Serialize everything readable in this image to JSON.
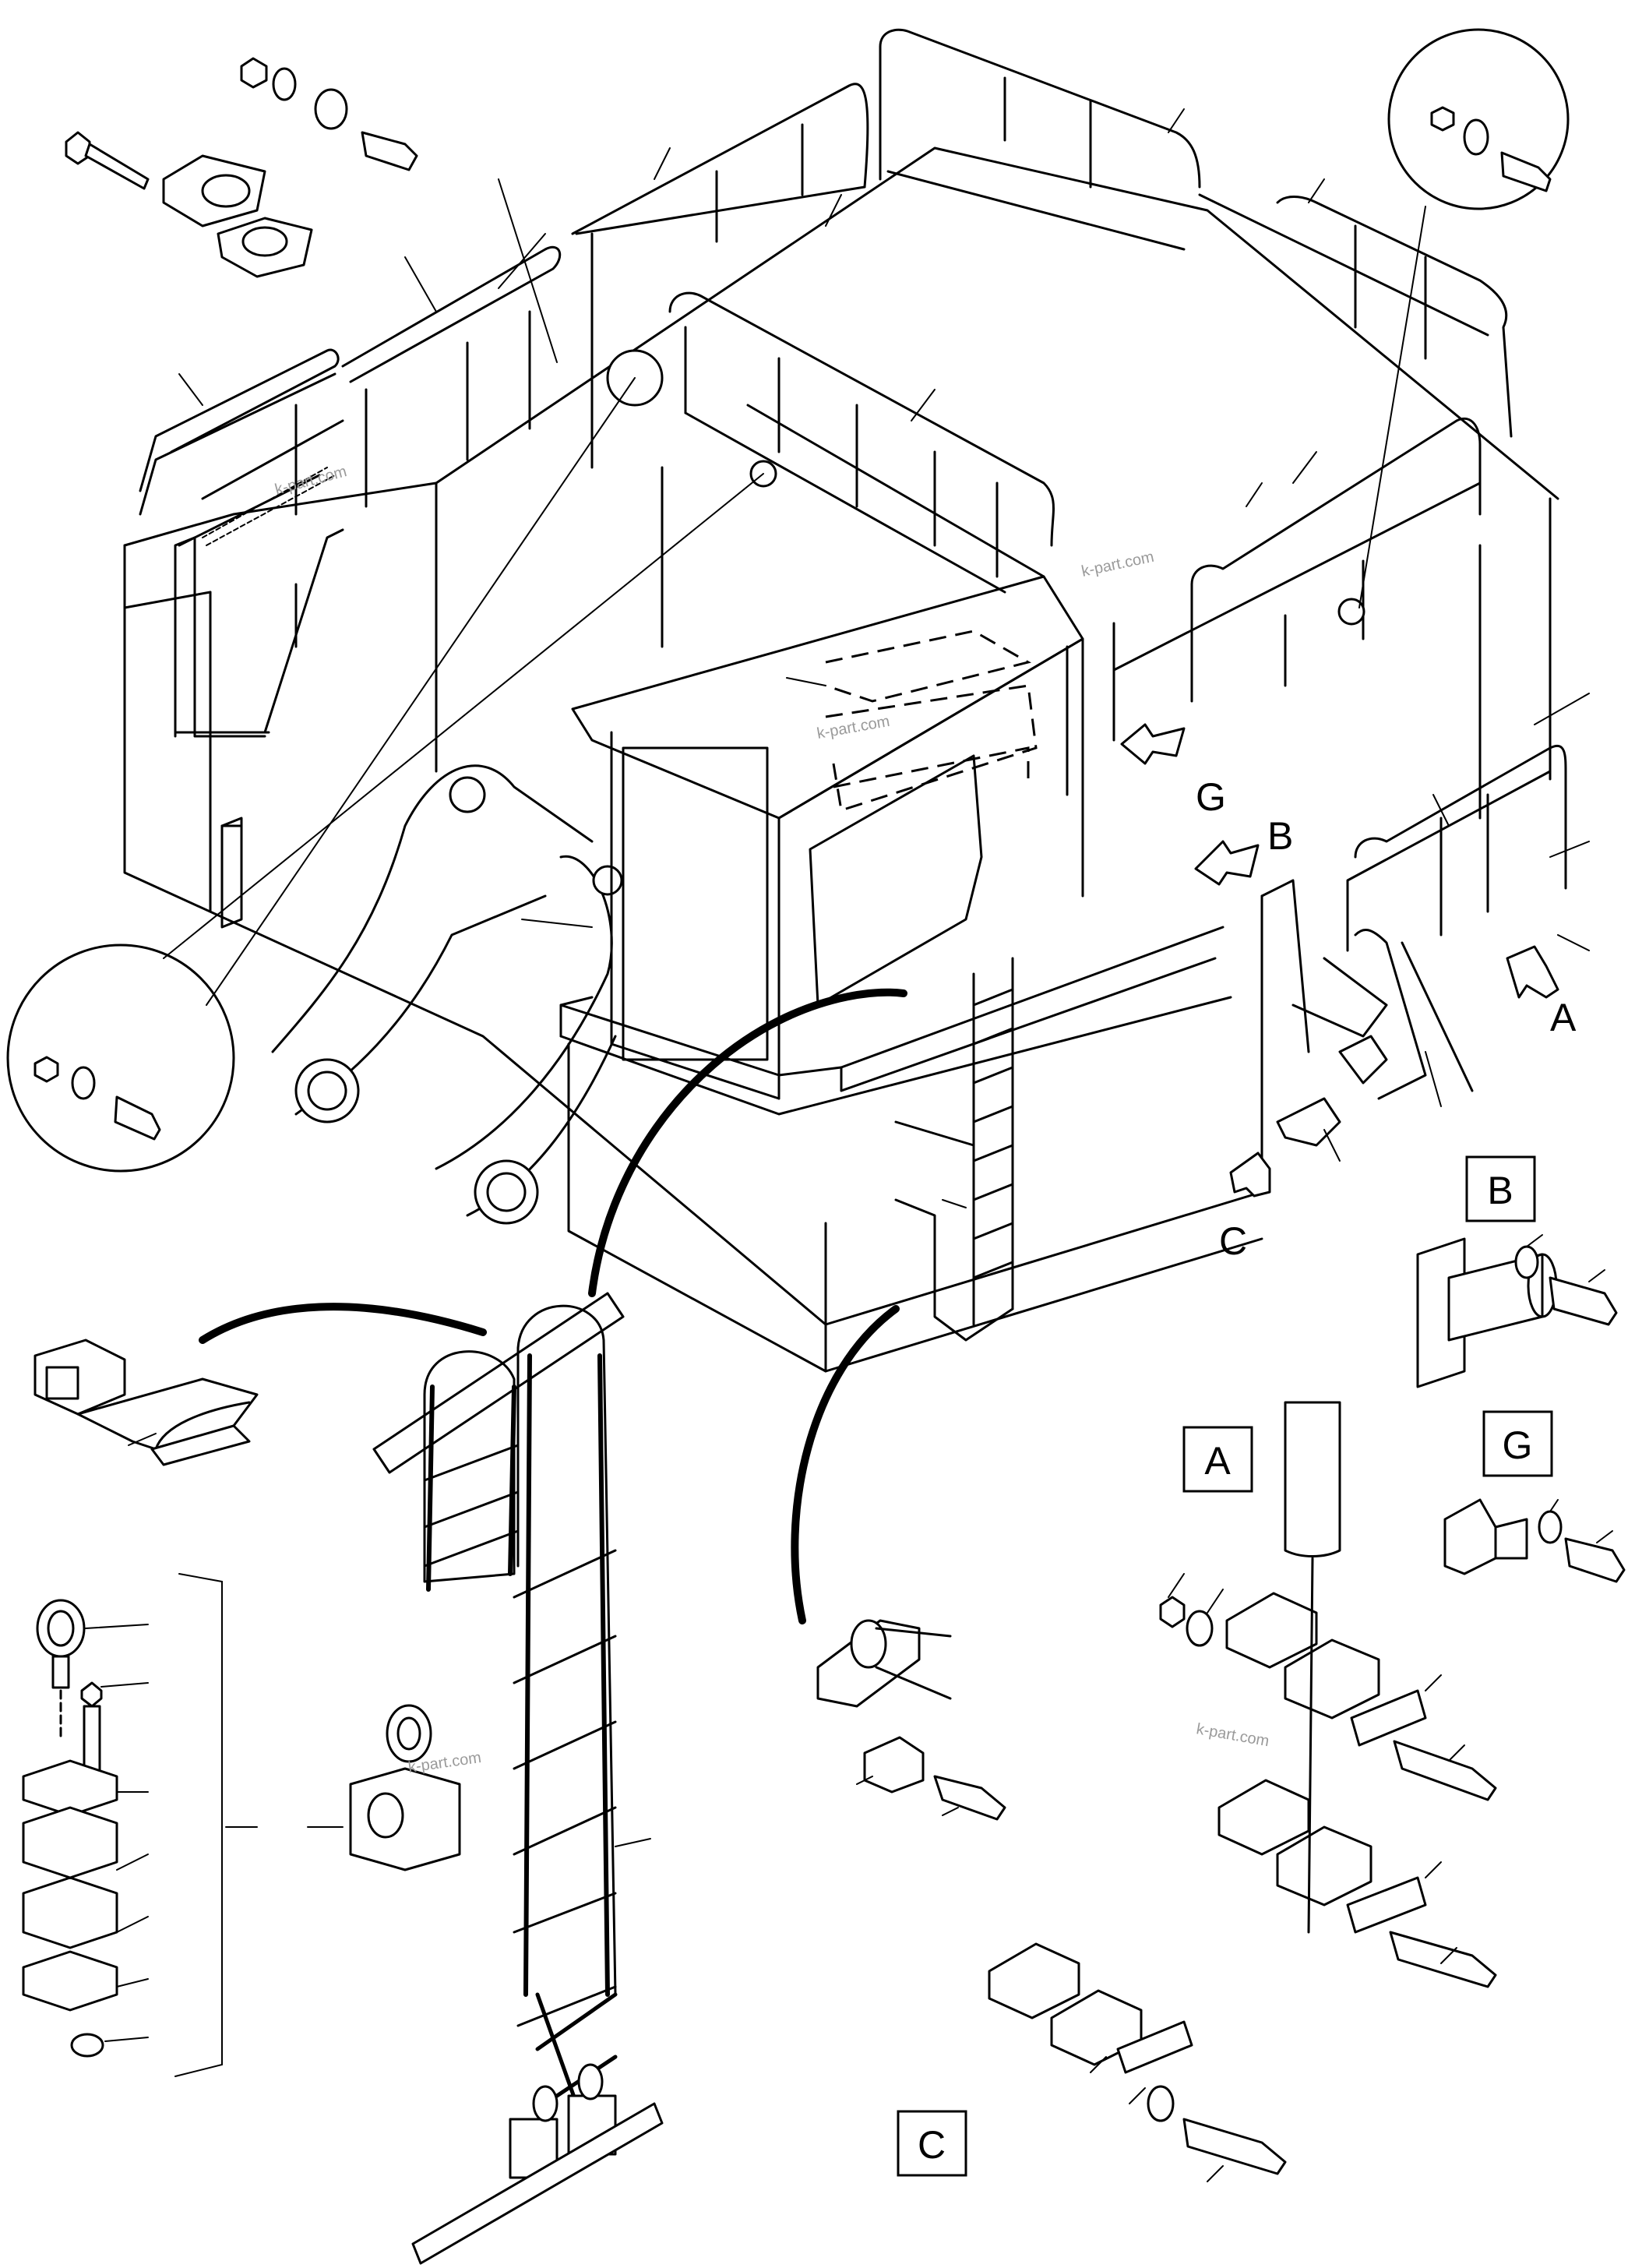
{
  "view_labels": {
    "a": "A",
    "b": "B",
    "c": "C",
    "g": "G"
  },
  "detail_boxes": {
    "a": "A",
    "b": "B",
    "c": "C",
    "g": "G"
  },
  "watermarks": [
    "k-part.com",
    "k-part.com",
    "k-part.com",
    "k-part.com",
    "k-part.com"
  ]
}
